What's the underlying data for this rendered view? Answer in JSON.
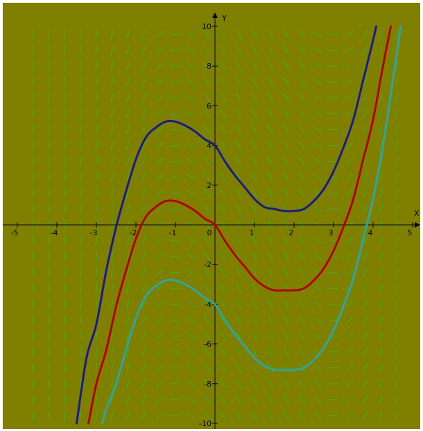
{
  "chart_data": {
    "type": "line",
    "title": "",
    "xlabel": "X",
    "ylabel": "Y",
    "xlim": [
      -5,
      5
    ],
    "ylim": [
      -10,
      10
    ],
    "x_ticks": [
      -5,
      -4,
      -3,
      -2,
      -1,
      0,
      1,
      2,
      3,
      4,
      5
    ],
    "y_ticks": [
      -10,
      -8,
      -6,
      -4,
      -2,
      2,
      4,
      6,
      8,
      10
    ],
    "grid": false,
    "background_color": "#808000",
    "slope_field": {
      "description_equation": "dy/dx = x^2 - 2x - 3",
      "color": "#2db82d",
      "x_step": 0.4,
      "y_step": 0.8
    },
    "series": [
      {
        "color": "#1a1a8c",
        "x": [
          -3.5,
          -3.25,
          -3.0,
          -2.75,
          -2.5,
          -2.25,
          -2.0,
          -1.75,
          -1.5,
          -1.25,
          -1.0,
          -0.75,
          -0.5,
          -0.25,
          0.0,
          0.25,
          0.5,
          0.75,
          1.0,
          1.25,
          1.5,
          1.75,
          2.0,
          2.25,
          2.5,
          2.75,
          3.0,
          3.25,
          3.5,
          3.75,
          4.0,
          4.08
        ],
        "y": [
          -10.0,
          -6.7,
          -5.0,
          -2.3,
          -0.1,
          1.7,
          3.3,
          4.4,
          4.9,
          5.2,
          5.2,
          5.0,
          4.7,
          4.3,
          4.0,
          3.2,
          2.5,
          1.9,
          1.3,
          0.9,
          0.8,
          0.7,
          0.7,
          0.8,
          1.2,
          1.8,
          2.7,
          3.9,
          5.3,
          7.3,
          9.3,
          10.0
        ]
      },
      {
        "color": "#b30000",
        "x": [
          -3.2,
          -3.0,
          -2.75,
          -2.5,
          -2.25,
          -2.0,
          -1.75,
          -1.5,
          -1.25,
          -1.0,
          -0.75,
          -0.5,
          -0.25,
          0.0,
          0.25,
          0.5,
          0.75,
          1.0,
          1.25,
          1.5,
          1.75,
          2.0,
          2.25,
          2.5,
          2.75,
          3.0,
          3.25,
          3.5,
          3.75,
          4.0,
          4.25,
          4.45
        ],
        "y": [
          -10.0,
          -8.0,
          -6.3,
          -4.1,
          -2.3,
          -0.7,
          0.4,
          0.9,
          1.2,
          1.2,
          1.0,
          0.7,
          0.3,
          0.0,
          -0.8,
          -1.5,
          -2.1,
          -2.7,
          -3.1,
          -3.3,
          -3.3,
          -3.3,
          -3.2,
          -2.8,
          -2.2,
          -1.3,
          -0.1,
          1.3,
          3.3,
          5.3,
          8.0,
          10.0
        ]
      },
      {
        "color": "#2aa6a6",
        "x": [
          -2.85,
          -2.75,
          -2.5,
          -2.25,
          -2.0,
          -1.75,
          -1.5,
          -1.25,
          -1.0,
          -0.75,
          -0.5,
          -0.25,
          0.0,
          0.25,
          0.5,
          0.75,
          1.0,
          1.25,
          1.5,
          1.75,
          2.0,
          2.25,
          2.5,
          2.75,
          3.0,
          3.25,
          3.5,
          3.75,
          4.0,
          4.25,
          4.5,
          4.7
        ],
        "y": [
          -10.0,
          -9.3,
          -8.0,
          -6.3,
          -4.7,
          -3.6,
          -3.1,
          -2.8,
          -2.8,
          -3.0,
          -3.3,
          -3.7,
          -4.0,
          -4.8,
          -5.5,
          -6.1,
          -6.7,
          -7.1,
          -7.3,
          -7.3,
          -7.3,
          -7.2,
          -6.8,
          -6.2,
          -5.3,
          -4.1,
          -2.7,
          -0.7,
          1.3,
          4.0,
          7.3,
          10.0
        ]
      }
    ]
  }
}
